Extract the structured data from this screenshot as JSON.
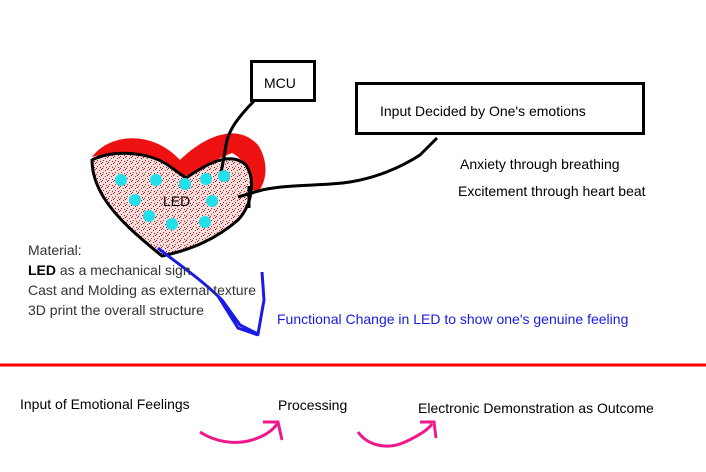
{
  "mcu_label": "MCU",
  "input_box_label": "Input Decided by One's emotions",
  "inputs": [
    "Anxiety through breathing",
    "Excitement through heart beat"
  ],
  "led_label": "LED",
  "material": {
    "heading": "Material:",
    "items": [
      {
        "bold": "LED",
        "rest": " as a mechanical sign"
      },
      {
        "bold": "",
        "rest": "Cast and Molding as external texture"
      },
      {
        "bold": "",
        "rest": "3D print the overall structure"
      }
    ]
  },
  "functional_change": "Functional Change in LED to show one's genuine feeling",
  "flow": {
    "steps": [
      "Input of Emotional Feelings",
      "Processing",
      "Electronic Demonstration as Outcome"
    ]
  },
  "colors": {
    "heart_red": "#ee1111",
    "speckle": "#c41e1e",
    "led_dot": "#22e0ea",
    "arrow_blue": "#1a1ae6",
    "divider_red": "#ff0000",
    "flow_arrow": "#ee1a8c"
  }
}
